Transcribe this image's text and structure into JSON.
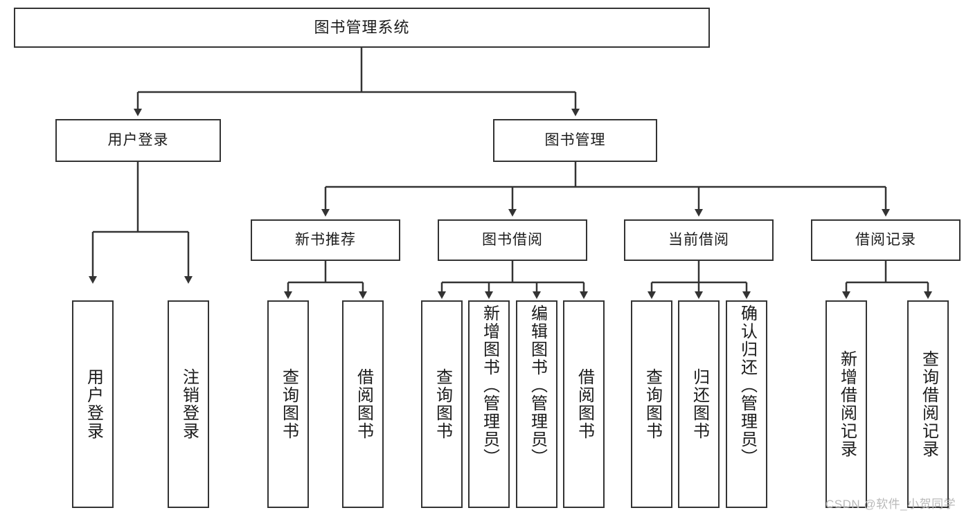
{
  "diagram": {
    "type": "tree",
    "title": "图书管理系统",
    "watermark": "CSDN @软件_小贺同学",
    "colors": {
      "box_border": "#333333",
      "box_fill": "#ffffff",
      "line": "#333333",
      "text": "#1b1b1b",
      "watermark": "#b9b9b9"
    },
    "nodes": {
      "root": "图书管理系统",
      "level2": [
        "用户登录",
        "图书管理"
      ],
      "level3": [
        "新书推荐",
        "图书借阅",
        "当前借阅",
        "借阅记录"
      ],
      "leaves": {
        "user_login": [
          "用户登录",
          "注销登录"
        ],
        "new_book": [
          "查询图书",
          "借阅图书"
        ],
        "book_borrow": [
          "查询图书",
          "新增图书（管理员）",
          "编辑图书（管理员）",
          "借阅图书"
        ],
        "current_borrow": [
          "查询图书",
          "归还图书",
          "确认归还（管理员）"
        ],
        "borrow_record": [
          "新增借阅记录",
          "查询借阅记录"
        ]
      }
    }
  }
}
